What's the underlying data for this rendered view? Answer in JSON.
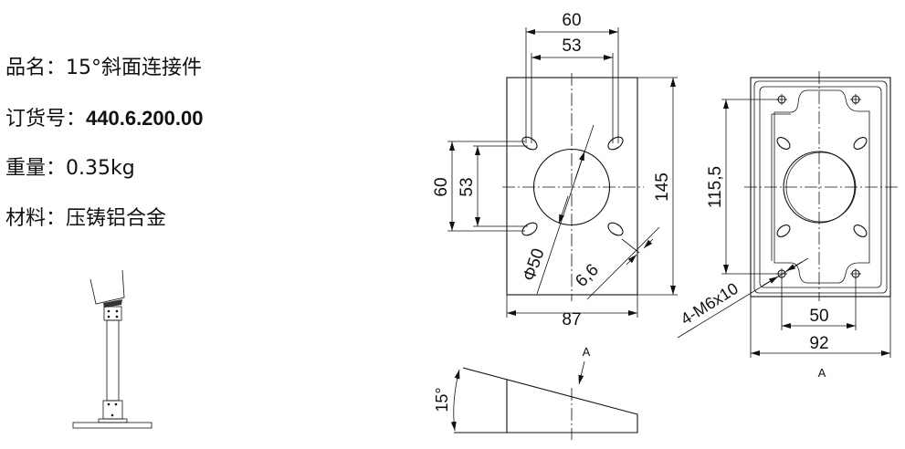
{
  "specs": {
    "name": {
      "label": "品名：",
      "value": "15°斜面连接件"
    },
    "order_no": {
      "label": "订货号：",
      "value": "440.6.200.00"
    },
    "weight": {
      "label": "重量：",
      "value": "0.35kg"
    },
    "material": {
      "label": "材料：",
      "value": "压铸铝合金"
    }
  },
  "drawing": {
    "front_view": {
      "dim_hole_outer_h": "60",
      "dim_hole_inner_h": "53",
      "dim_hole_outer_v": "60",
      "dim_hole_inner_v": "53",
      "dim_height": "145",
      "dim_width": "87",
      "dim_diameter": "Φ50",
      "dim_slot": "6,6"
    },
    "rear_view": {
      "dim_hole_spacing_v": "115,5",
      "dim_hole_spacing_h": "50",
      "dim_width": "92",
      "thread_callout": "4-M6x10",
      "view_label": "A"
    },
    "side_view": {
      "angle": "15°",
      "view_arrow_label": "A"
    }
  }
}
